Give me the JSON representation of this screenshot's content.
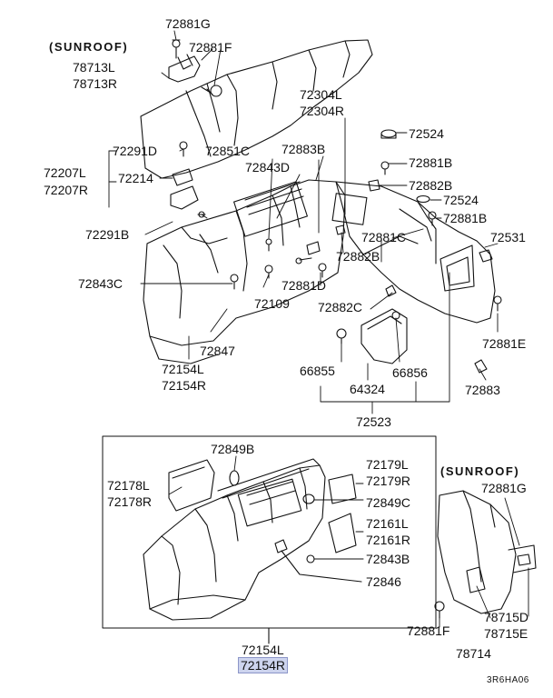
{
  "labels": {
    "sunroof_top": "(SUNROOF)",
    "p72881G_top": "72881G",
    "p72881F_top": "72881F",
    "p78713L": "78713L",
    "p78713R": "78713R",
    "p72304L": "72304L",
    "p72304R": "72304R",
    "p72524_a": "72524",
    "p72881B_a": "72881B",
    "p72882B_a": "72882B",
    "p72524_b": "72524",
    "p72881B_b": "72881B",
    "p72291D": "72291D",
    "p72851C": "72851C",
    "p72883B": "72883B",
    "p72843D": "72843D",
    "p72207L": "72207L",
    "p72207R": "72207R",
    "p72214": "72214",
    "p72291B": "72291B",
    "p72881C": "72881C",
    "p72531": "72531",
    "p72882B_b": "72882B",
    "p72843C": "72843C",
    "p72881D": "72881D",
    "p72109": "72109",
    "p72882C": "72882C",
    "p72881E": "72881E",
    "p72847": "72847",
    "p72154L_a": "72154L",
    "p72154R_a": "72154R",
    "p66855": "66855",
    "p66856": "66856",
    "p64324": "64324",
    "p72883": "72883",
    "p72523": "72523",
    "p72849B": "72849B",
    "p72179L": "72179L",
    "p72179R": "72179R",
    "sunroof_bottom": "(SUNROOF)",
    "p72178L": "72178L",
    "p72178R": "72178R",
    "p72849C": "72849C",
    "p72881G_b": "72881G",
    "p72161L": "72161L",
    "p72161R": "72161R",
    "p72843B": "72843B",
    "p72846": "72846",
    "p78715D": "78715D",
    "p78715E": "78715E",
    "p72881F_b": "72881F",
    "p78714": "78714",
    "p72154L_b": "72154L",
    "p72154R_b": "72154R",
    "diagram_code": "3R6HA06"
  }
}
